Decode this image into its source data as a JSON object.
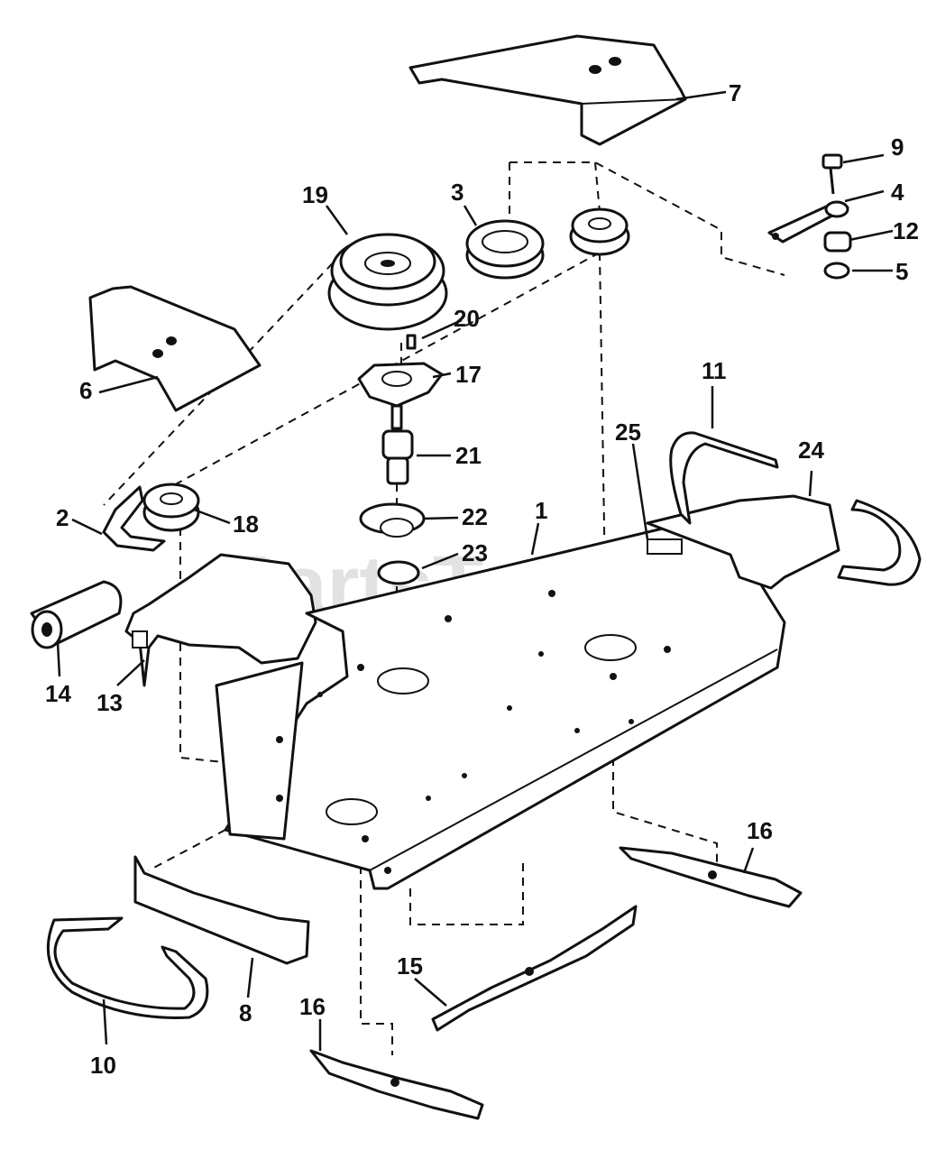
{
  "watermark": "PartsTree",
  "callouts": {
    "c1": "1",
    "c2": "2",
    "c3": "3",
    "c4": "4",
    "c5": "5",
    "c6": "6",
    "c7": "7",
    "c8": "8",
    "c9": "9",
    "c10": "10",
    "c11": "11",
    "c12": "12",
    "c13": "13",
    "c14": "14",
    "c15": "15",
    "c16a": "16",
    "c16b": "16",
    "c17": "17",
    "c18": "18",
    "c19": "19",
    "c20": "20",
    "c21": "21",
    "c22": "22",
    "c23": "23",
    "c24": "24",
    "c25": "25"
  }
}
